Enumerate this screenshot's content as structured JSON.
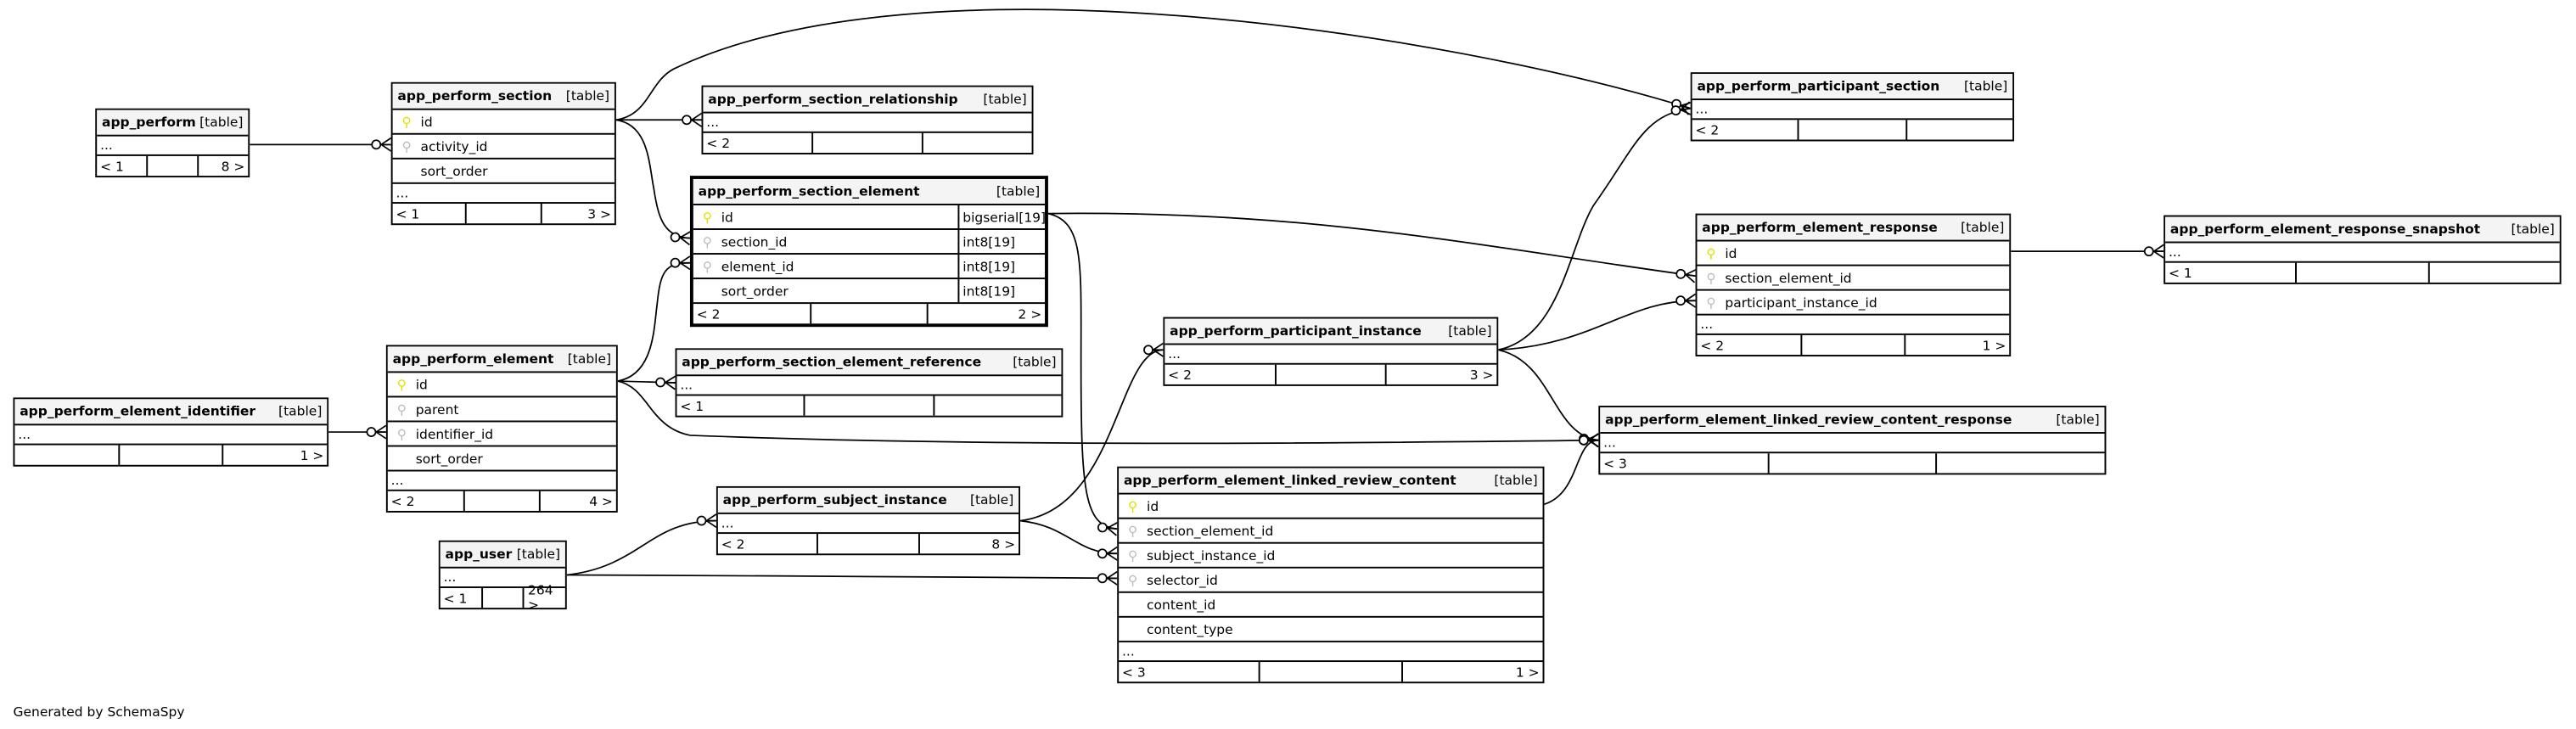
{
  "table_tag": "[table]",
  "colors": {
    "primary_key": "#e0e000",
    "foreign_key": "#bbbbbb",
    "header_bg": "#f4f4f4"
  },
  "tables": [
    {
      "name": "app_perform",
      "columns": [],
      "footer": [
        "< 1",
        "",
        "8 >"
      ]
    },
    {
      "name": "app_perform_section",
      "columns": [
        {
          "name": "id",
          "key": "pk"
        },
        {
          "name": "activity_id",
          "key": "fk"
        },
        {
          "name": "sort_order",
          "key": ""
        }
      ],
      "footer": [
        "< 1",
        "",
        "3 >"
      ]
    },
    {
      "name": "app_perform_section_relationship",
      "columns": [],
      "footer": [
        "< 2",
        "",
        ""
      ]
    },
    {
      "name": "app_perform_section_element",
      "focus": true,
      "columns": [
        {
          "name": "id",
          "key": "pk",
          "type": "bigserial[19]"
        },
        {
          "name": "section_id",
          "key": "fk",
          "type": "int8[19]"
        },
        {
          "name": "element_id",
          "key": "fk",
          "type": "int8[19]"
        },
        {
          "name": "sort_order",
          "key": "",
          "type": "int8[19]"
        }
      ],
      "no_dots": true,
      "footer": [
        "< 2",
        "",
        "2 >"
      ]
    },
    {
      "name": "app_perform_element",
      "columns": [
        {
          "name": "id",
          "key": "pk"
        },
        {
          "name": "parent",
          "key": "fk"
        },
        {
          "name": "identifier_id",
          "key": "fk"
        },
        {
          "name": "sort_order",
          "key": ""
        }
      ],
      "footer": [
        "< 2",
        "",
        "4 >"
      ]
    },
    {
      "name": "app_perform_section_element_reference",
      "columns": [],
      "footer": [
        "< 1",
        "",
        ""
      ]
    },
    {
      "name": "app_perform_element_identifier",
      "columns": [],
      "footer": [
        "",
        "",
        "1 >"
      ]
    },
    {
      "name": "app_user",
      "columns": [],
      "footer": [
        "< 1",
        "",
        "264 >"
      ]
    },
    {
      "name": "app_perform_subject_instance",
      "columns": [],
      "footer": [
        "< 2",
        "",
        "8 >"
      ]
    },
    {
      "name": "app_perform_participant_instance",
      "columns": [],
      "footer": [
        "< 2",
        "",
        "3 >"
      ]
    },
    {
      "name": "app_perform_element_linked_review_content",
      "columns": [
        {
          "name": "id",
          "key": "pk"
        },
        {
          "name": "section_element_id",
          "key": "fk"
        },
        {
          "name": "subject_instance_id",
          "key": "fk"
        },
        {
          "name": "selector_id",
          "key": "fk"
        },
        {
          "name": "content_id",
          "key": ""
        },
        {
          "name": "content_type",
          "key": ""
        }
      ],
      "footer": [
        "< 3",
        "",
        "1 >"
      ]
    },
    {
      "name": "app_perform_participant_section",
      "columns": [],
      "footer": [
        "< 2",
        "",
        ""
      ]
    },
    {
      "name": "app_perform_element_response",
      "columns": [
        {
          "name": "id",
          "key": "pk"
        },
        {
          "name": "section_element_id",
          "key": "fk"
        },
        {
          "name": "participant_instance_id",
          "key": "fk"
        }
      ],
      "footer": [
        "< 2",
        "",
        "1 >"
      ]
    },
    {
      "name": "app_perform_element_response_snapshot",
      "columns": [],
      "footer": [
        "< 1",
        "",
        ""
      ]
    },
    {
      "name": "app_perform_element_linked_review_content_response",
      "columns": [],
      "footer": [
        "< 3",
        "",
        ""
      ]
    }
  ],
  "dots": "...",
  "key_icon": "key-icon",
  "footer_text": "Generated by SchemaSpy"
}
